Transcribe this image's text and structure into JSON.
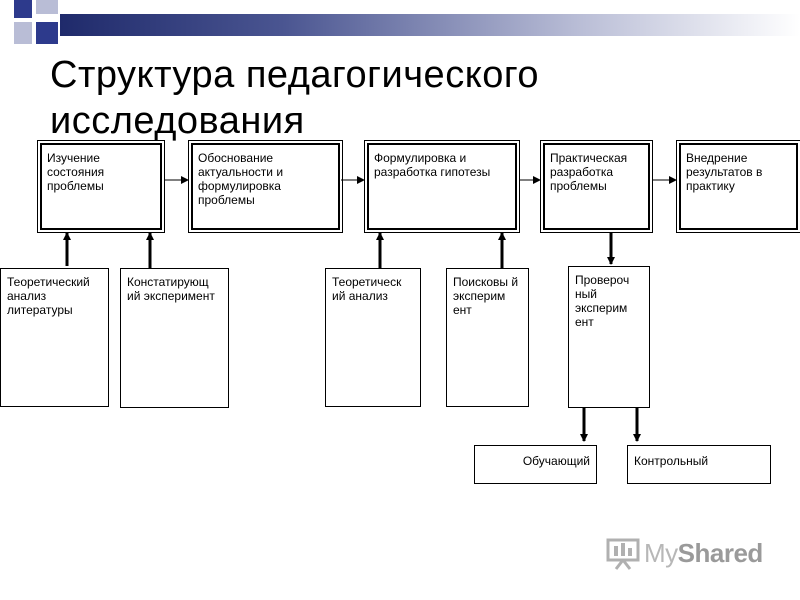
{
  "title": "Структура педагогического исследования",
  "nodes": {
    "study": "Изучение состояния проблемы",
    "justify": "Обоснование актуальности и формулировка проблемы",
    "hypothesis": "Формулировка и разработка гипотезы",
    "practical": "Практическая разработка проблемы",
    "implement": "Внедрение результатов в практику",
    "theory_lit": "Теоретический анализ литературы",
    "ascertain": "Констатирующ ий эксперимент",
    "theory": "Теоретическ ий анализ",
    "search": "Поисковы й эксперим ент",
    "verify": "Провероч ный эксперим ент",
    "teaching": "Обучающий",
    "control": "Контрольный"
  },
  "watermark": {
    "prefix": "My",
    "suffix": "Shared"
  },
  "colors": {
    "bar_dark": "#1f2a6b",
    "sq_blue": "#2d3a8c",
    "sq_gray": "#b9bdd6"
  }
}
